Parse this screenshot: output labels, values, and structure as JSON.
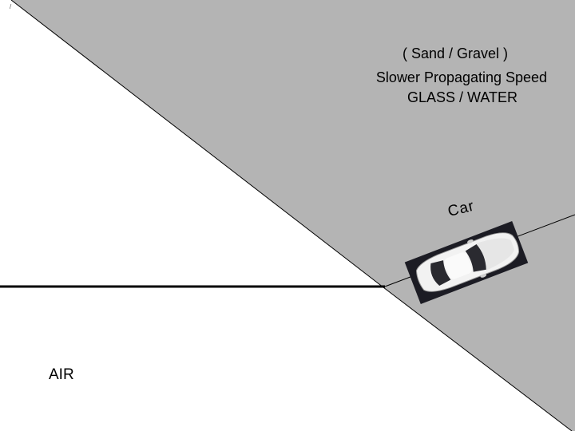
{
  "diagram": {
    "region_label": "( Sand / Gravel )",
    "speed_label": "Slower Propagating Speed",
    "material_label": "GLASS / WATER",
    "medium_label": "AIR",
    "object_label": "Car",
    "corner_mark": "/"
  },
  "colors": {
    "slow_medium": "#b4b4b4",
    "fast_medium": "#ffffff",
    "lines": "#000000",
    "car_backdrop": "#1c1c24",
    "car_body": "#f2f2f2"
  }
}
